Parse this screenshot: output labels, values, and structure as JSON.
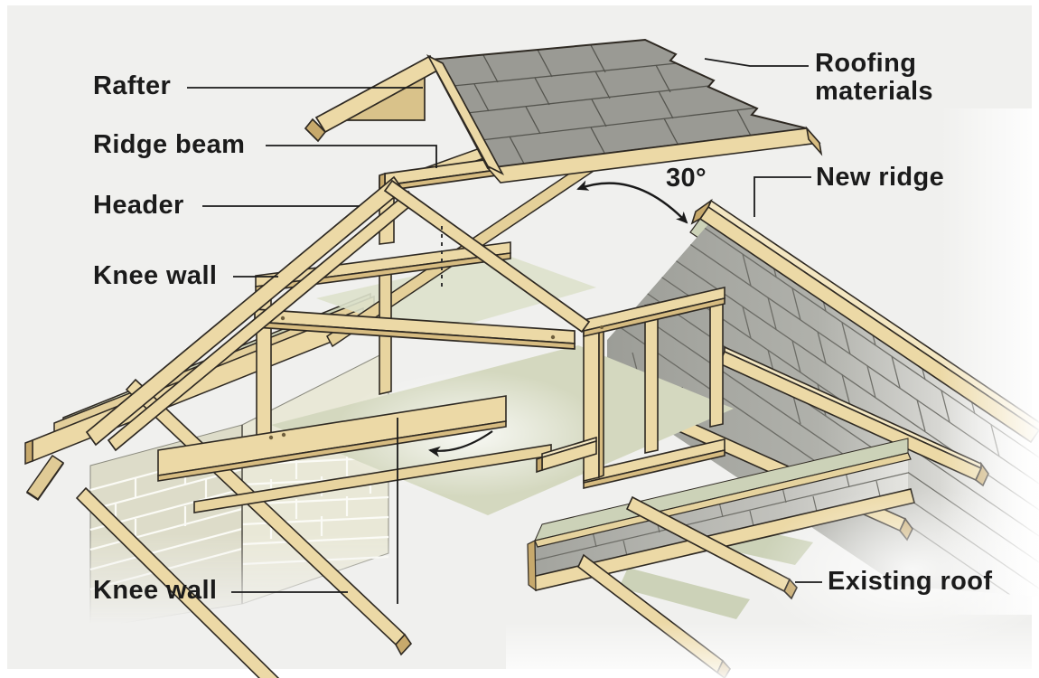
{
  "figure": {
    "type": "construction-diagram",
    "subject": "Dormer roof framing exploded view",
    "labels": {
      "rafter": "Rafter",
      "ridge_beam": "Ridge beam",
      "header": "Header",
      "knee_wall_upper": "Knee wall",
      "roofing_materials_line1": "Roofing",
      "roofing_materials_line2": "materials",
      "new_ridge": "New ridge",
      "angle": "30°",
      "existing_roof": "Existing roof",
      "knee_wall_lower": "Knee wall"
    },
    "colors": {
      "background": "#f0f0ee",
      "wood_face": "#ecd9a6",
      "wood_top": "#f4e7c2",
      "wood_side": "#d7bc81",
      "wood_cap": "#c7a96c",
      "outline": "#2e2922",
      "shingle_gray": "#9a9a94",
      "sheathing_green": "#d4d8bf",
      "brick": "#e9e8d7",
      "label_text": "#1b1b1b"
    }
  }
}
